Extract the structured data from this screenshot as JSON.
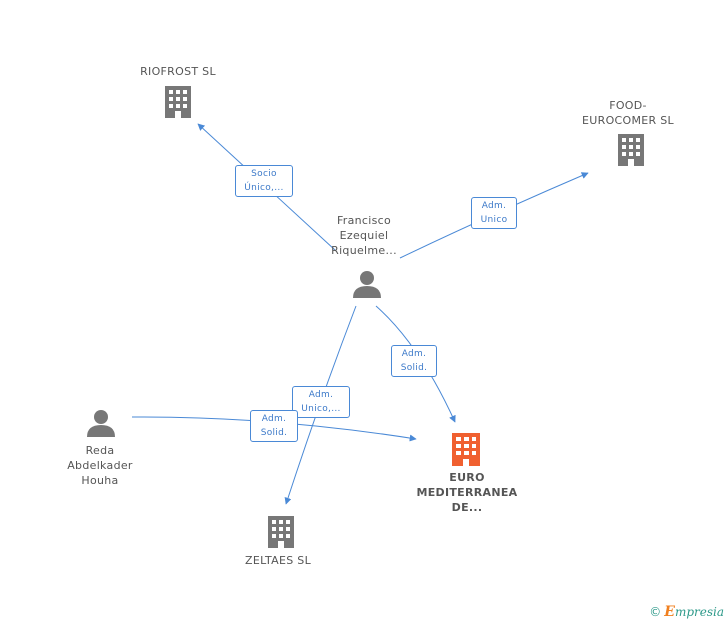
{
  "colors": {
    "edge": "#4a89d6",
    "node_icon": "#777777",
    "main_icon": "#f06030",
    "label_text": "#555555"
  },
  "nodes": {
    "riofrost": {
      "label": "RIOFROST SL",
      "icon": "building-icon"
    },
    "food_eurocomer": {
      "label": "FOOD-\nEUROCOMER SL",
      "icon": "building-icon"
    },
    "francisco": {
      "label": "Francisco\nEzequiel\nRiquelme...",
      "icon": "person-icon"
    },
    "reda": {
      "label": "Reda\nAbdelkader\nHouha",
      "icon": "person-icon"
    },
    "euro_mediterranea": {
      "label": "EURO\nMEDITERRANEA\nDE...",
      "icon": "building-icon"
    },
    "zeltaes": {
      "label": "ZELTAES SL",
      "icon": "building-icon"
    }
  },
  "edges": [
    {
      "from": "francisco",
      "to": "riofrost",
      "label": "Socio\nÚnico,..."
    },
    {
      "from": "francisco",
      "to": "food_eurocomer",
      "label": "Adm.\nUnico"
    },
    {
      "from": "francisco",
      "to": "euro_mediterranea",
      "label": "Adm.\nSolid."
    },
    {
      "from": "francisco",
      "to": "zeltaes",
      "label": "Adm.\nUnico,..."
    },
    {
      "from": "reda",
      "to": "euro_mediterranea",
      "label": "Adm.\nSolid."
    }
  ],
  "footer": {
    "copyright": "©",
    "brand_e": "E",
    "brand_rest": "mpresia"
  }
}
